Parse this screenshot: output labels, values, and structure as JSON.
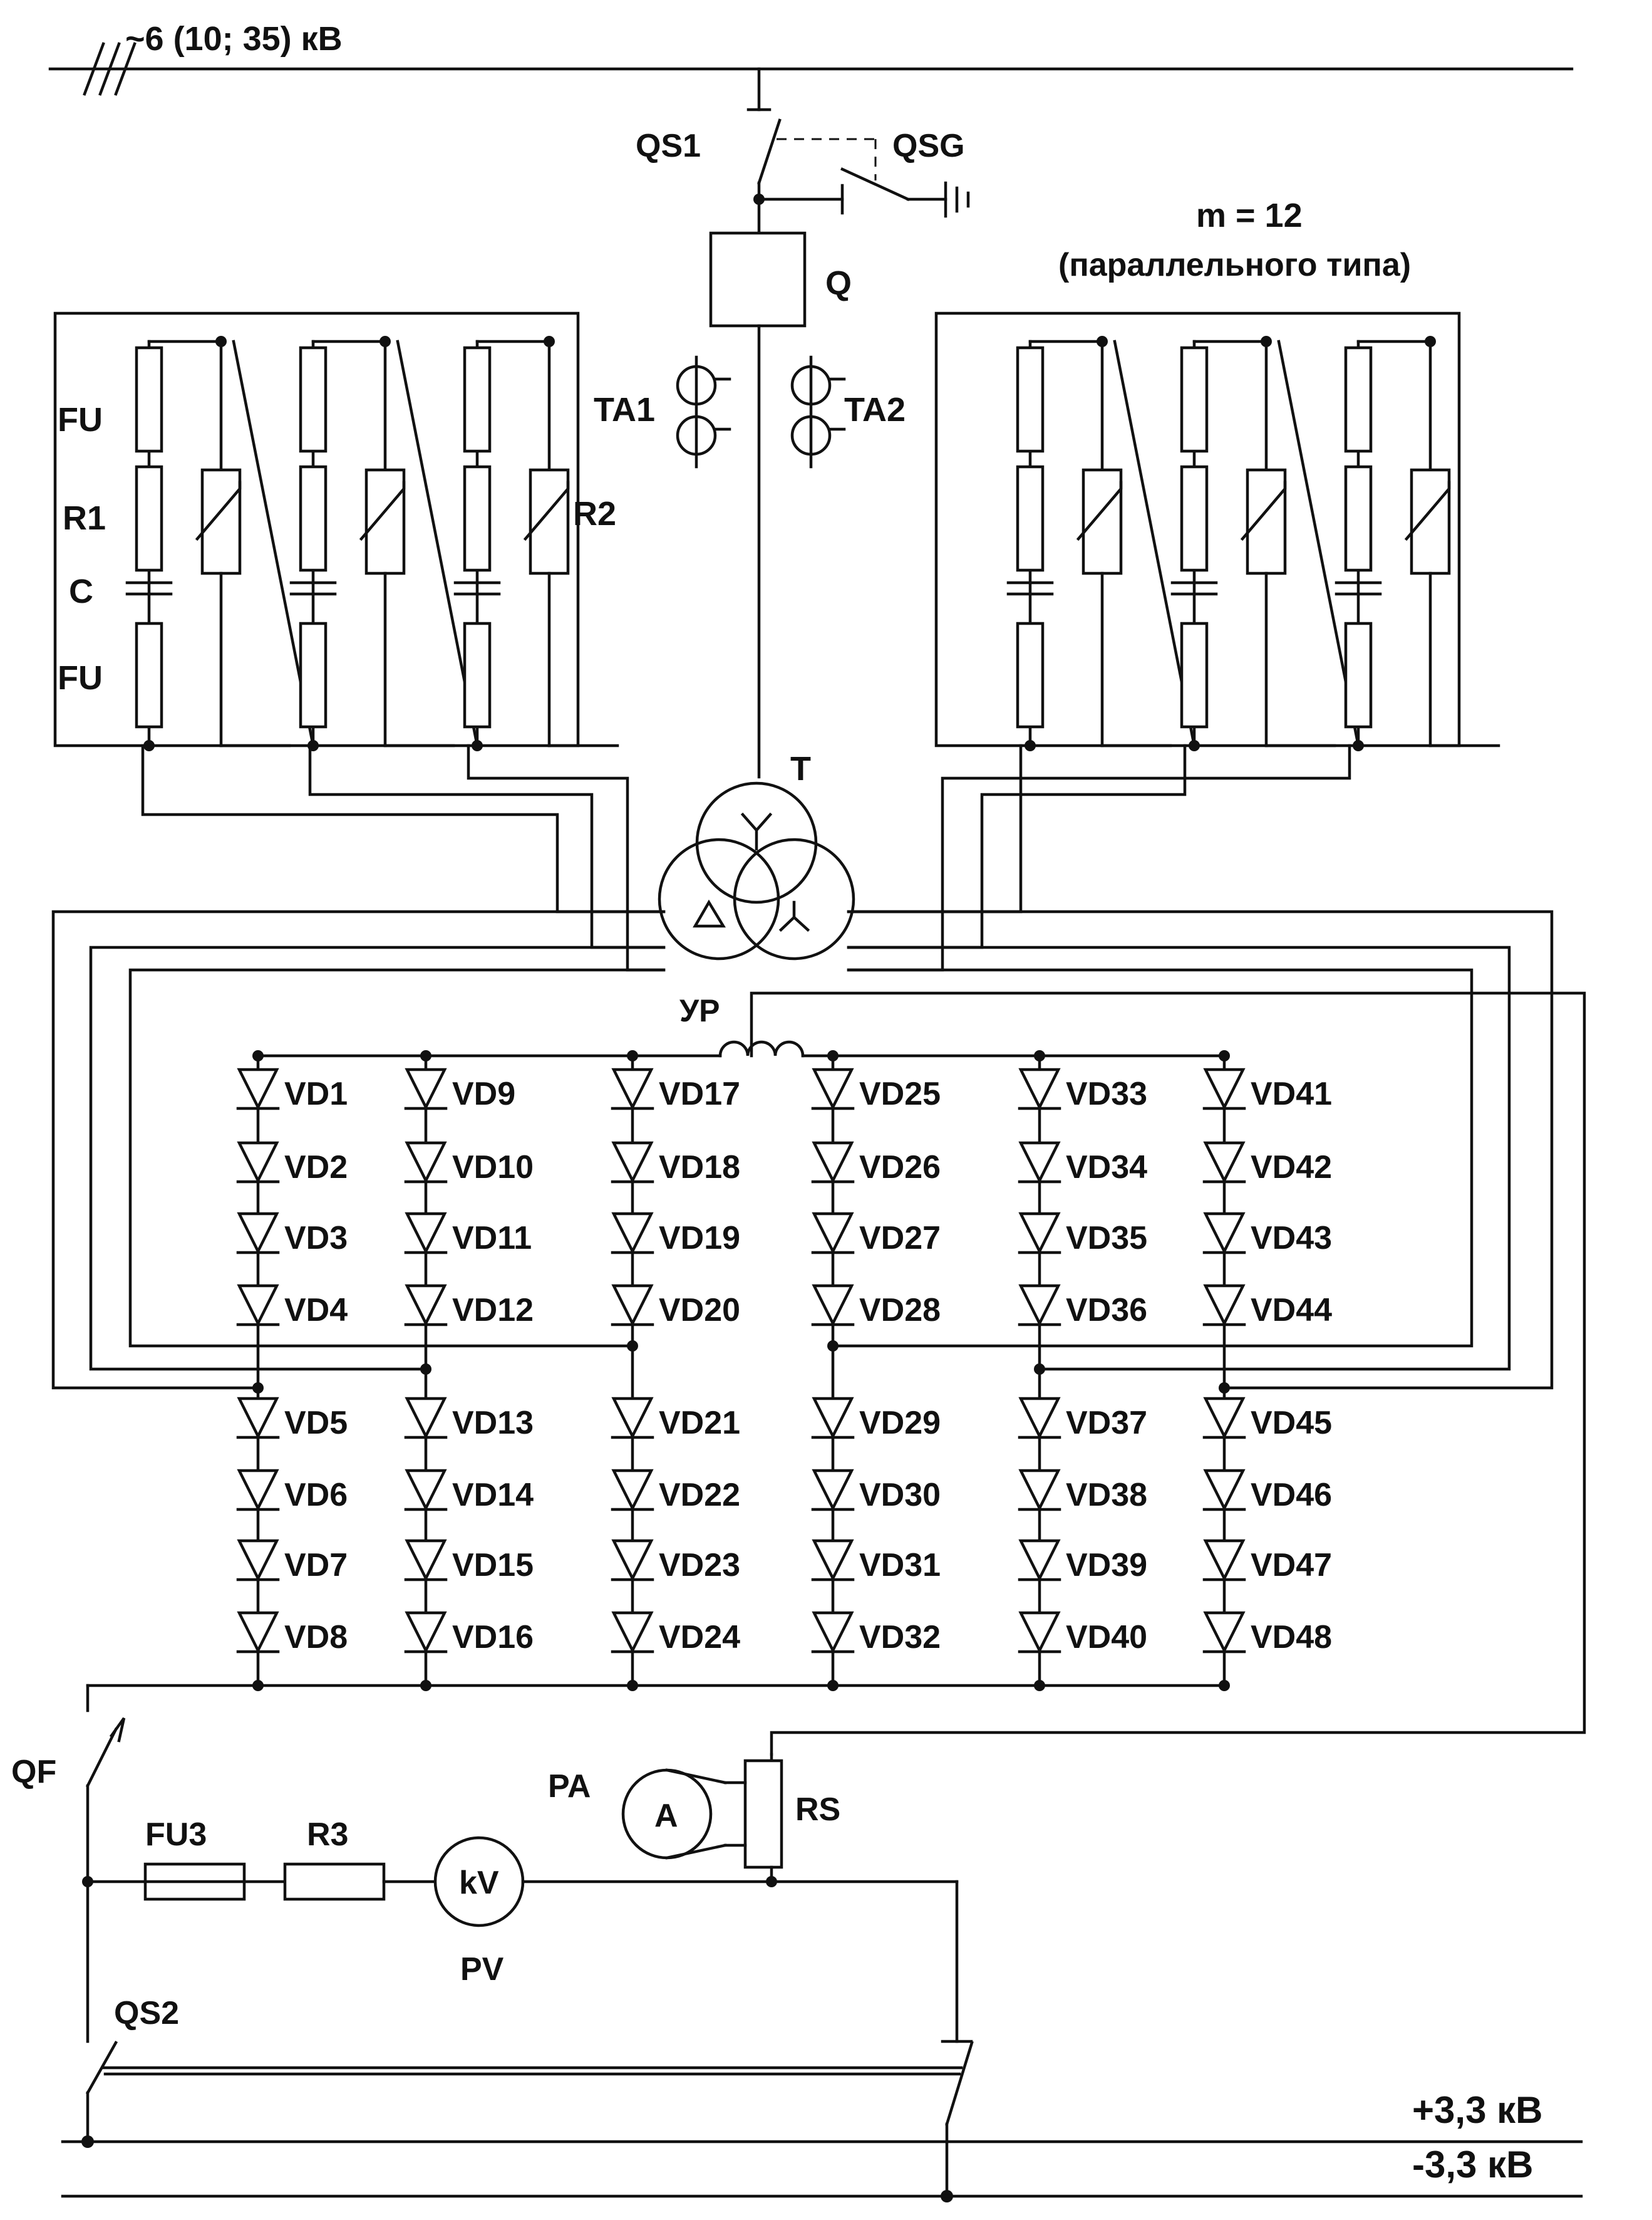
{
  "buses": {
    "hv": "~6 (10; 35) кВ",
    "dc_pos": "+3,3 кВ",
    "dc_neg": "-3,3 кВ"
  },
  "switchgear": {
    "disconnector": "QS1",
    "earthing_switch": "QSG",
    "breaker": "Q",
    "ct1": "TA1",
    "ct2": "TA2"
  },
  "filter": {
    "note_line1": "m = 12",
    "note_line2": "(параллельного типа)",
    "fuse": "FU",
    "resistor": "R1",
    "capacitor": "C",
    "fuse_lower": "FU",
    "varistor": "R2"
  },
  "transformer": {
    "label": "T"
  },
  "reactor": {
    "label": "УР"
  },
  "diode_columns": [
    [
      "VD1",
      "VD2",
      "VD3",
      "VD4",
      "VD5",
      "VD6",
      "VD7",
      "VD8"
    ],
    [
      "VD9",
      "VD10",
      "VD11",
      "VD12",
      "VD13",
      "VD14",
      "VD15",
      "VD16"
    ],
    [
      "VD17",
      "VD18",
      "VD19",
      "VD20",
      "VD21",
      "VD22",
      "VD23",
      "VD24"
    ],
    [
      "VD25",
      "VD26",
      "VD27",
      "VD28",
      "VD29",
      "VD30",
      "VD31",
      "VD32"
    ],
    [
      "VD33",
      "VD34",
      "VD35",
      "VD36",
      "VD37",
      "VD38",
      "VD39",
      "VD40"
    ],
    [
      "VD41",
      "VD42",
      "VD43",
      "VD44",
      "VD45",
      "VD46",
      "VD47",
      "VD48"
    ]
  ],
  "output": {
    "breaker": "QF",
    "fuse": "FU3",
    "resistor": "R3",
    "voltmeter": "PV",
    "voltmeter_symbol": "kV",
    "ammeter": "PA",
    "ammeter_symbol": "A",
    "shunt": "RS",
    "disconnector": "QS2"
  }
}
